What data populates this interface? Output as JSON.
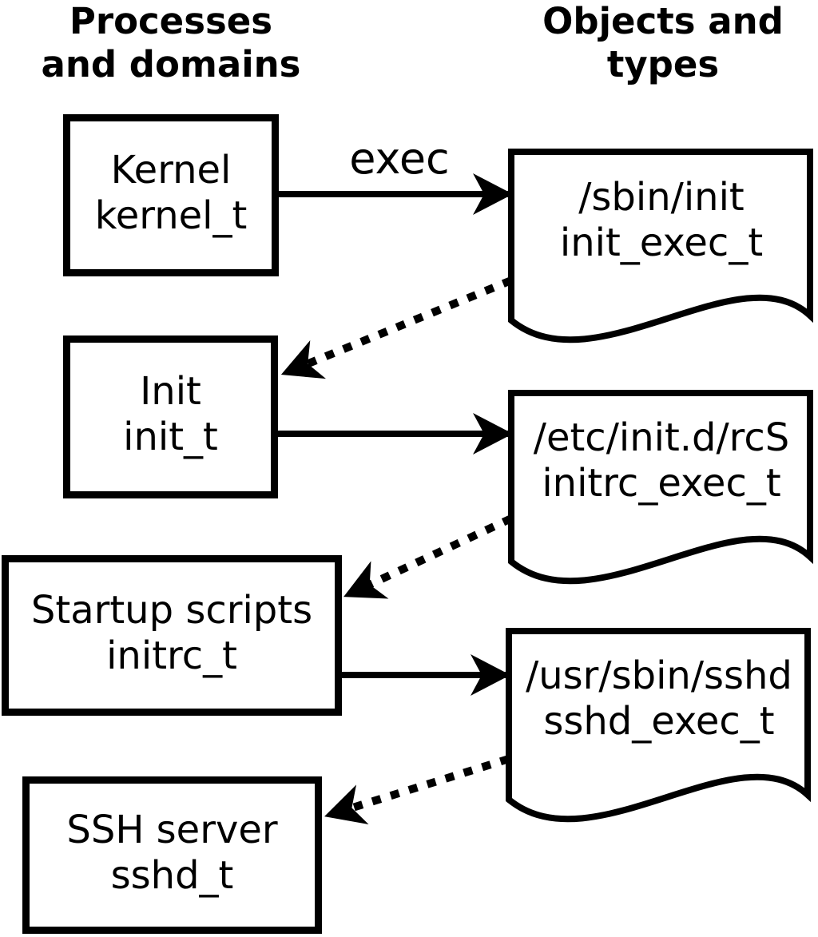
{
  "diagram": {
    "columns": {
      "left_title_line1": "Processes",
      "left_title_line2": "and domains",
      "right_title_line1": "Objects and",
      "right_title_line2": "types"
    },
    "processes": [
      {
        "label": "Kernel",
        "type": "kernel_t"
      },
      {
        "label": "Init",
        "type": "init_t"
      },
      {
        "label": "Startup scripts",
        "type": "initrc_t"
      },
      {
        "label": "SSH server",
        "type": "sshd_t"
      }
    ],
    "objects": [
      {
        "label": "/sbin/init",
        "type": "init_exec_t"
      },
      {
        "label": "/etc/init.d/rcS",
        "type": "initrc_exec_t"
      },
      {
        "label": "/usr/sbin/sshd",
        "type": "sshd_exec_t"
      }
    ],
    "edge_labels": {
      "exec": "exec"
    },
    "colors": {
      "ink": "#000000",
      "background": "#ffffff"
    }
  }
}
